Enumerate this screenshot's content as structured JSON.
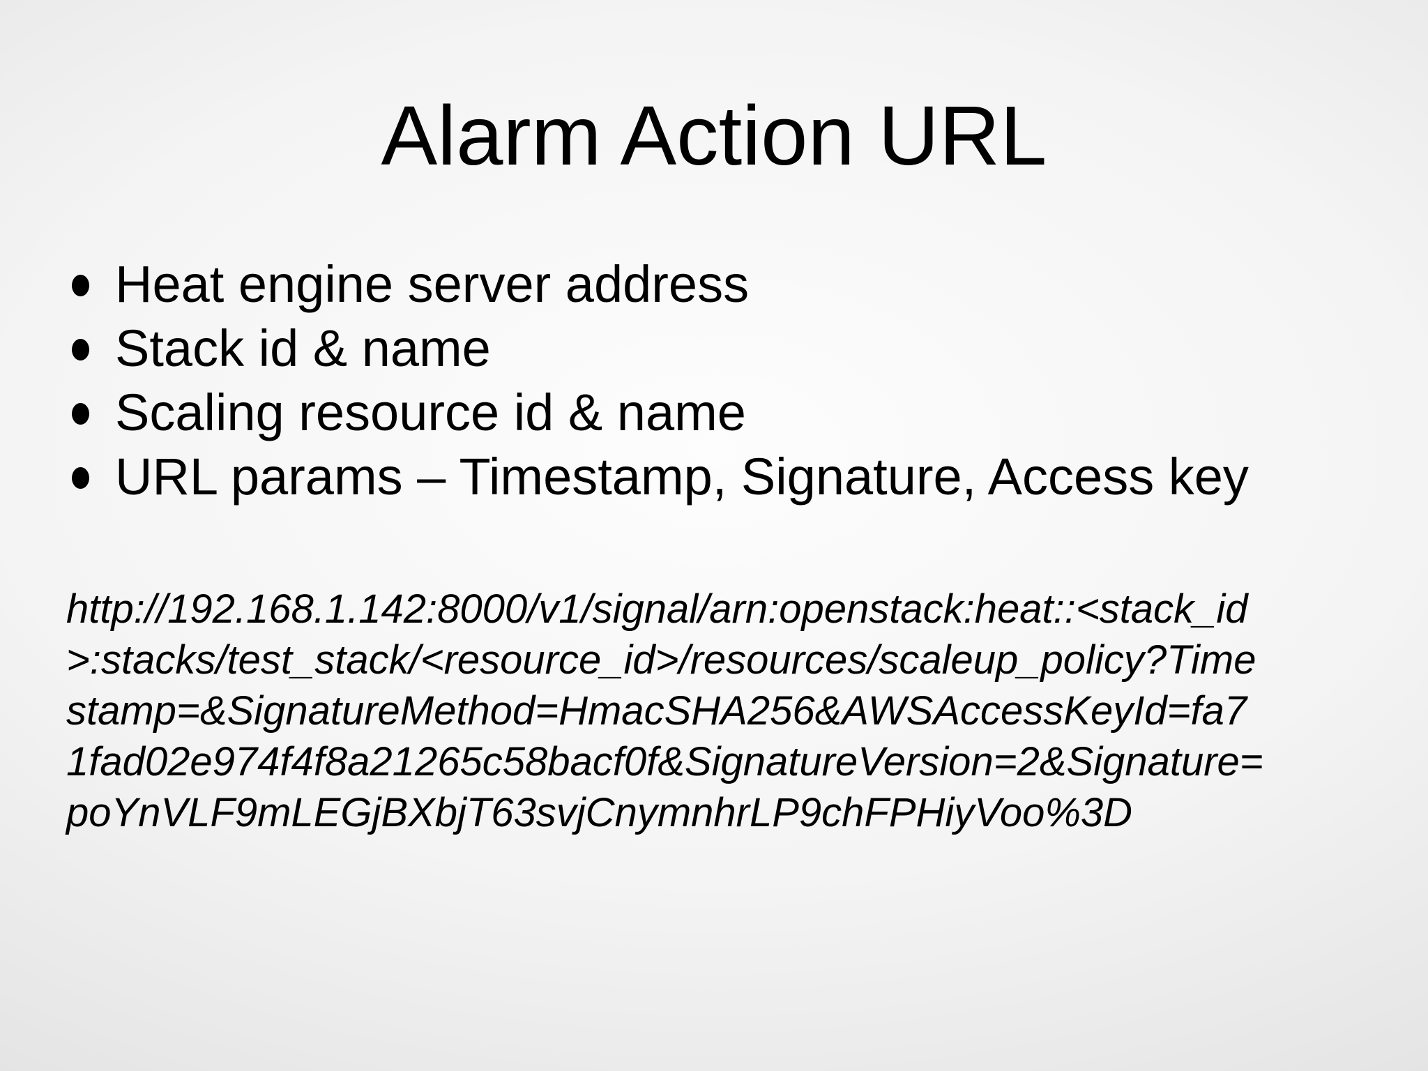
{
  "slide": {
    "title": "Alarm Action URL",
    "bullets": [
      "Heat engine server address",
      "Stack id & name",
      "Scaling resource id & name",
      "URL params – Timestamp, Signature, Access key"
    ],
    "url_lines": [
      "http://192.168.1.142:8000/v1/signal/arn:openstack:heat::<stack_id",
      ">:stacks/test_stack/<resource_id>/resources/scaleup_policy?Time",
      "stamp=&SignatureMethod=HmacSHA256&AWSAccessKeyId=fa7",
      "1fad02e974f4f8a21265c58bacf0f&SignatureVersion=2&Signature=",
      "poYnVLF9mLEGjBXbjT63svjCnymnhrLP9chFPHiyVoo%3D"
    ],
    "colors": {
      "text": "#000000",
      "background_center": "#fdfdfd",
      "background_edge": "#cecece"
    }
  }
}
